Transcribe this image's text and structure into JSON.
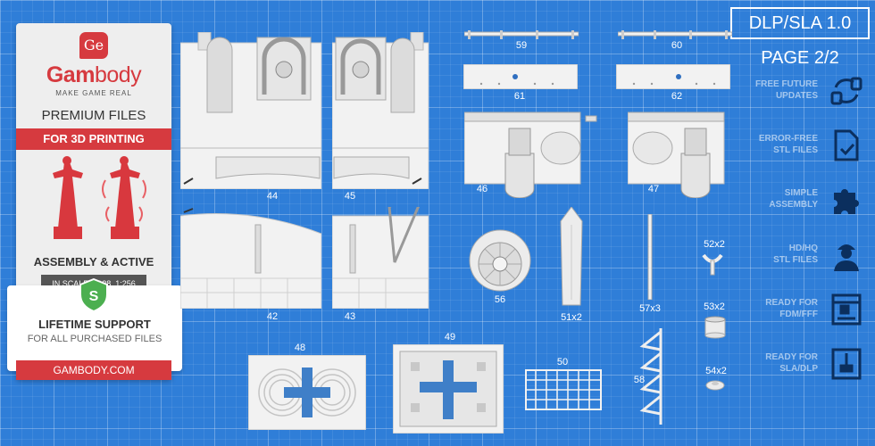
{
  "brand": {
    "logo_mark": "Ge",
    "name_part1": "Gam",
    "name_part2": "body",
    "tagline": "MAKE GAME REAL",
    "premium": "PREMIUM FILES",
    "for_3d": "FOR 3D PRINTING",
    "assembly": "ASSEMBLY & ACTIVE",
    "scale": "IN SCALE 1:128, 1:256",
    "support_icon_letter": "S",
    "lifetime": "LIFETIME SUPPORT",
    "all_files": "FOR ALL PURCHASED FILES",
    "site": "GAMBODY.COM"
  },
  "header": {
    "version": "DLP/SLA 1.0",
    "page": "PAGE 2/2"
  },
  "features": [
    {
      "line1": "FREE FUTURE",
      "line2": "UPDATES",
      "icon": "refresh-icon"
    },
    {
      "line1": "ERROR-FREE",
      "line2": "STL FILES",
      "icon": "file-check-icon"
    },
    {
      "line1": "SIMPLE",
      "line2": "ASSEMBLY",
      "icon": "puzzle-icon"
    },
    {
      "line1": "HD/HQ",
      "line2": "STL FILES",
      "icon": "worker-icon"
    },
    {
      "line1": "READY FOR",
      "line2": "FDM/FFF",
      "icon": "fdm-printer-icon"
    },
    {
      "line1": "READY FOR",
      "line2": "SLA/DLP",
      "icon": "sla-printer-icon"
    }
  ],
  "parts": {
    "p44": "44",
    "p45": "45",
    "p42": "42",
    "p43": "43",
    "p59": "59",
    "p60": "60",
    "p61": "61",
    "p62": "62",
    "p46": "46",
    "p47": "47",
    "p56": "56",
    "p51": "51x2",
    "p57": "57x3",
    "p52": "52x2",
    "p53": "53x2",
    "p54": "54x2",
    "p48": "48",
    "p49": "49",
    "p50": "50",
    "p58": "58"
  },
  "colors": {
    "background": "#2f7ed8",
    "brand_red": "#d63a3f",
    "part_fill": "#f2f2f2"
  }
}
